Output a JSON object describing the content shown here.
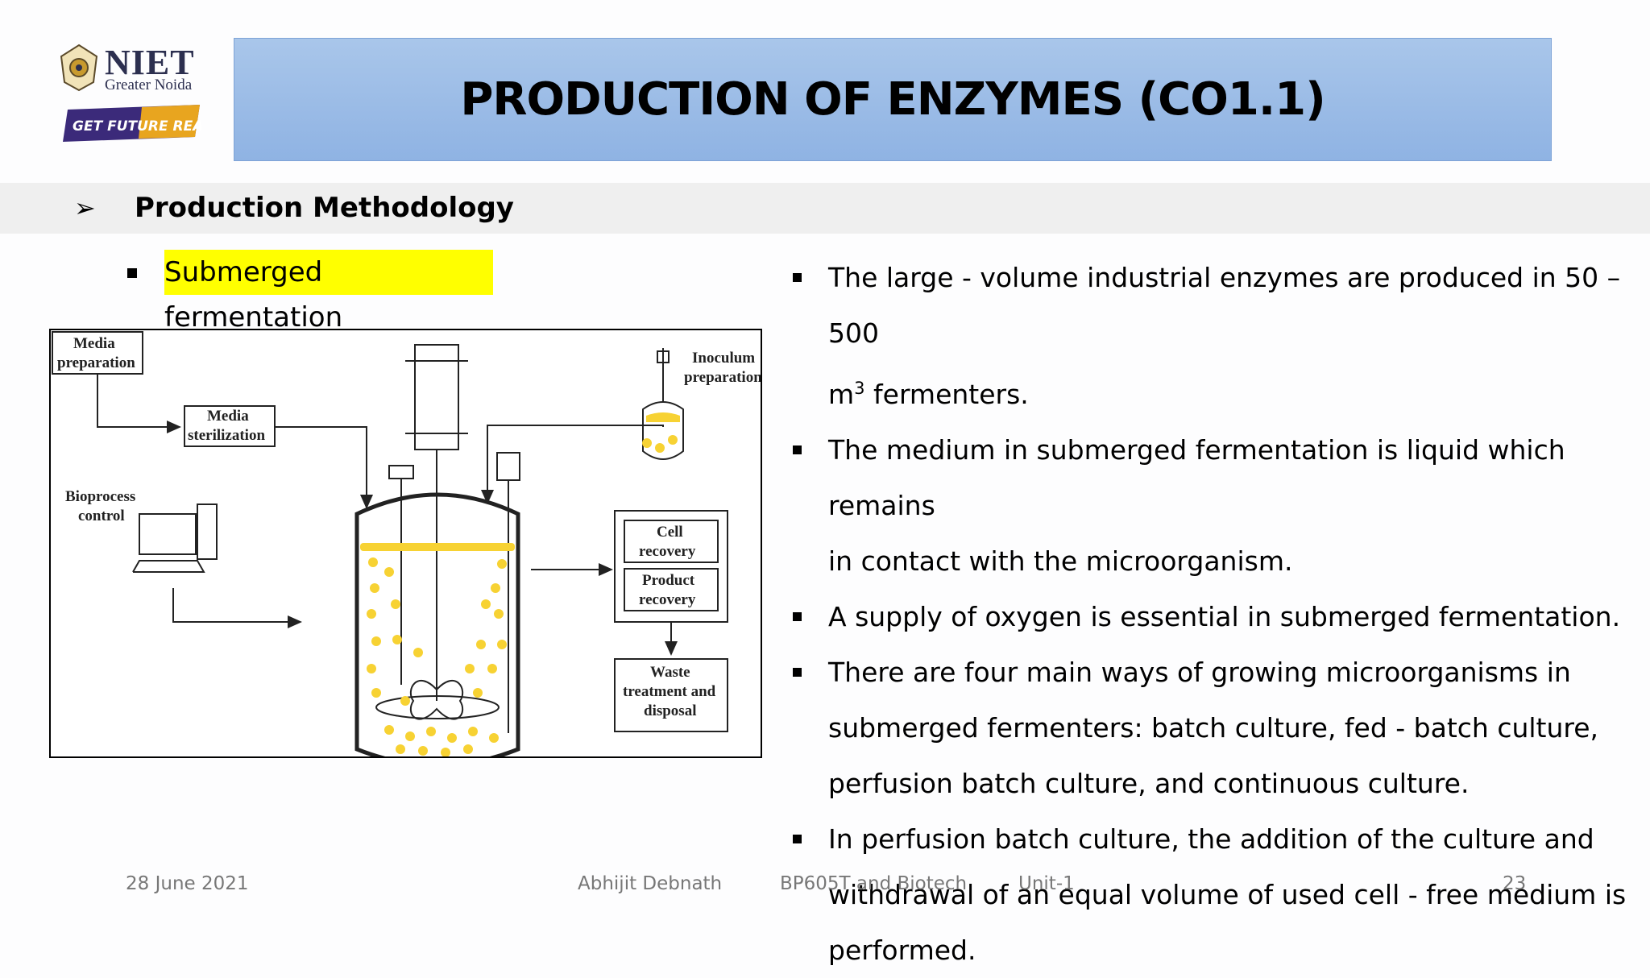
{
  "logo": {
    "name": "NIET",
    "location": "Greater Noida",
    "tagline": "GET FUTURE READY"
  },
  "title": "PRODUCTION OF ENZYMES (CO1.1)",
  "section": {
    "heading": "Production Methodology",
    "subheading": "Submerged fermentation"
  },
  "diagram": {
    "labels": {
      "media_prep_1": "Media",
      "media_prep_2": "preparation",
      "media_ster_1": "Media",
      "media_ster_2": "sterilization",
      "inoculum_1": "Inoculum",
      "inoculum_2": "preparation",
      "bioprocess_1": "Bioprocess",
      "bioprocess_2": "control",
      "cell_1": "Cell",
      "cell_2": "recovery",
      "product_1": "Product",
      "product_2": "recovery",
      "waste_1": "Waste",
      "waste_2": "treatment and",
      "waste_3": "disposal"
    },
    "colors": {
      "broth": "#f7d233",
      "line": "#222222"
    }
  },
  "bullets": [
    {
      "line1": "The large - volume industrial enzymes are produced in 50 – 500",
      "line2_pre": "m",
      "line2_sup": "3",
      "line2_post": " fermenters."
    },
    {
      "line1": "The medium in submerged fermentation is liquid which remains",
      "line2": "in contact with the microorganism."
    },
    {
      "line1": "A supply of oxygen is essential in submerged fermentation."
    },
    {
      "line1": "There are four main ways of growing microorganisms in",
      "line2": "submerged fermenters: batch culture, fed - batch culture,",
      "line3": "perfusion batch culture, and continuous culture."
    },
    {
      "line1": "In perfusion batch culture, the addition of the culture and",
      "line2": "withdrawal of an equal volume of used cell - free medium is",
      "line3": "performed."
    }
  ],
  "footer": {
    "date": "28 June 2021",
    "author": "Abhijit Debnath",
    "course": "BP605T and Biotech",
    "unit": "Unit-1",
    "page": "23"
  }
}
